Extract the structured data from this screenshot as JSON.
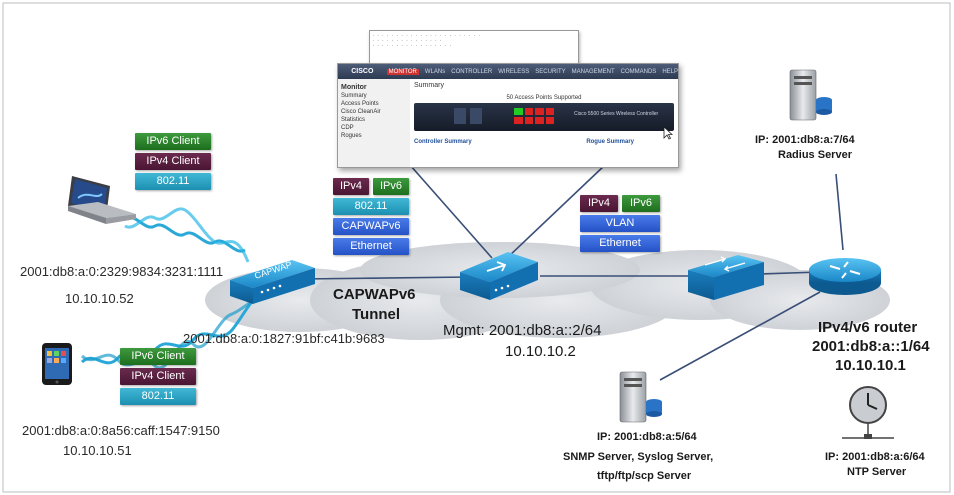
{
  "devices": {
    "laptop": {
      "label_stack": [
        "IPv6 Client",
        "IPv4 Client",
        "802.11"
      ],
      "ipv6": "2001:db8:a:0:2329:9834:3231:1111",
      "ipv4": "10.10.10.52"
    },
    "tablet": {
      "label_stack": [
        "IPv6 Client",
        "IPv4 Client",
        "802.11"
      ],
      "ipv6": "2001:db8:a:0:8a56:caff:1547:9150",
      "ipv4": "10.10.10.51"
    },
    "access_point": {
      "badge": "CAPWAP",
      "ipv6": "2001:db8:a:0:1827:91bf:c41b:9683"
    },
    "tunnel": {
      "line1": "CAPWAPv6",
      "line2": "Tunnel"
    },
    "wlc": {
      "mgmt": "Mgmt:  2001:db8:a::2/64",
      "ipv4": "10.10.10.2",
      "stack_ipv4": "IPv4",
      "stack_ipv6": "IPv6",
      "stack_layers": [
        "802.11",
        "CAPWAPv6",
        "Ethernet"
      ]
    },
    "switch_stack": {
      "ipv4": "IPv4",
      "ipv6": "IPv6",
      "layers": [
        "VLAN",
        "Ethernet"
      ]
    },
    "router": {
      "line1": "IPv4/v6 router",
      "line2": "2001:db8:a::1/64",
      "line3": "10.10.10.1"
    },
    "radius": {
      "ip": "IP: 2001:db8:a:7/64",
      "role": "Radius Server"
    },
    "snmp": {
      "ip": "IP: 2001:db8:a:5/64",
      "role1": "SNMP Server, Syslog Server,",
      "role2": "tftp/ftp/scp Server"
    },
    "ntp": {
      "ip": "IP: 2001:db8:a:6/64",
      "role": "NTP Server"
    }
  },
  "wlc_gui": {
    "brand": "CISCO",
    "menu": [
      "MONITOR",
      "WLANs",
      "CONTROLLER",
      "WIRELESS",
      "SECURITY",
      "MANAGEMENT",
      "COMMANDS",
      "HELP"
    ],
    "sidebar_title": "Monitor",
    "sidebar_items": [
      "Summary",
      "Access Points",
      "Cisco CleanAir",
      "Statistics",
      "CDP",
      "Rogues"
    ],
    "page_title": "Summary",
    "panel_caption": "50 Access Points Supported",
    "device_caption": "Cisco 5500 Series Wireless Controller",
    "section_left": "Controller Summary",
    "section_right": "Rogue Summary"
  },
  "colors": {
    "ipv6_green": "#2e8a2e",
    "ipv4_maroon": "#5a1f40",
    "wifi_teal": "#2ba3c4",
    "blue_label": "#3366dd",
    "cloud": "#d4d7db",
    "device_blue": "#1d8fd0"
  }
}
